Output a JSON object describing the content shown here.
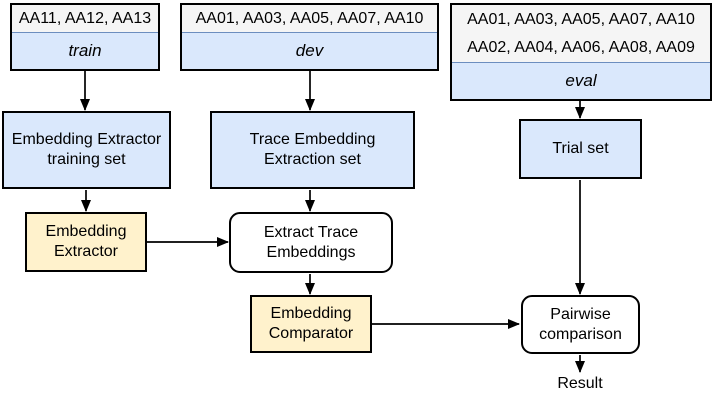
{
  "diagram": {
    "datasets": [
      {
        "members": [
          "AA11, AA12, AA13"
        ],
        "split": "train"
      },
      {
        "members": [
          "AA01, AA03, AA05, AA07, AA10"
        ],
        "split": "dev"
      },
      {
        "members": [
          "AA01, AA03, AA05, AA07, AA10",
          "AA02, AA04, AA06, AA08, AA09"
        ],
        "split": "eval"
      }
    ],
    "nodes": {
      "training_set": "Embedding Extractor training set",
      "extraction_set": "Trace Embedding Extraction set",
      "trial_set": "Trial set",
      "embedding_extractor": "Embedding Extractor",
      "extract_trace_embeddings": "Extract Trace Embeddings",
      "embedding_comparator": "Embedding Comparator",
      "pairwise_comparison": "Pairwise comparison",
      "result": "Result"
    },
    "colors": {
      "dataset_header_bg": "#f5f5f5",
      "blue_fill": "#dae8fc",
      "yellow_fill": "#fff2cc",
      "white_fill": "#ffffff",
      "separator": "#6c8ebf",
      "border": "#000000"
    }
  }
}
